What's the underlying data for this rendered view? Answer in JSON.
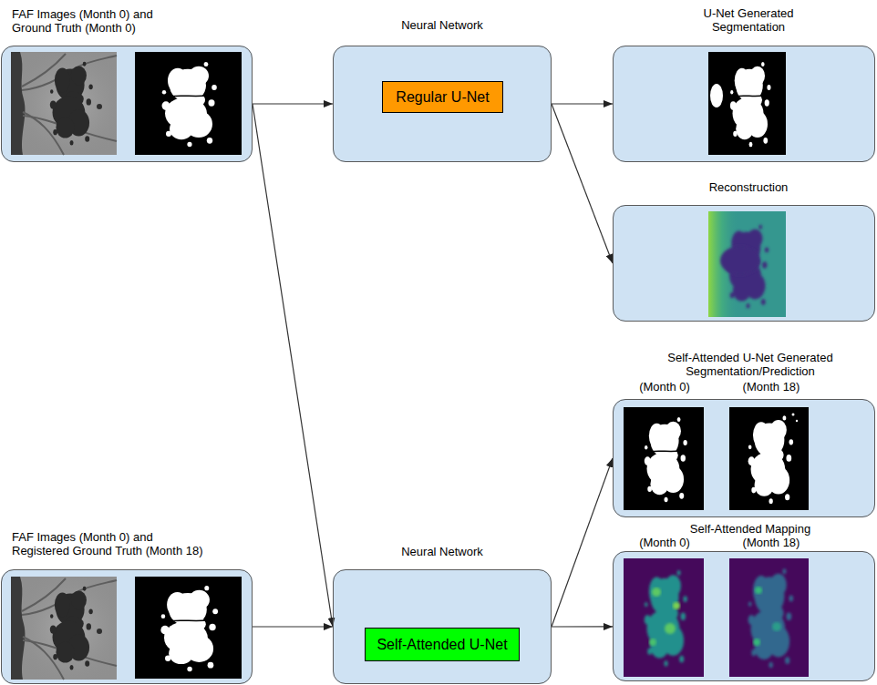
{
  "diagram": {
    "nodes": [
      {
        "text": [
          "FAF Images (Month 0) and Ground Truth (Month 0)"
        ]
      },
      {
        "text": [
          "Neural Network"
        ]
      },
      {
        "text": [
          "Regular U-Net"
        ],
        "in": 1
      },
      {
        "text": [
          "U-Net Generated Segmentation"
        ]
      },
      {
        "text": [
          "Reconstruction"
        ]
      },
      {
        "text": [
          "Self-Attended U-Net Generated Segmentation/Prediction",
          "(Month 0)",
          "(Month 18)"
        ]
      },
      {
        "text": [
          "Self-Attended Mapping",
          "(Month 0)",
          "(Month 18)"
        ]
      },
      {
        "text": [
          "FAF Images (Month 0) and Registered Ground Truth (Month 18)"
        ]
      },
      {
        "text": [
          "Neural Network"
        ]
      },
      {
        "text": [
          "Self-Attended U-Net"
        ],
        "in": 8
      }
    ],
    "edges": [
      {
        "from": 0,
        "to": 1,
        "arrow": "to"
      },
      {
        "from": 0,
        "to": 8,
        "arrow": "to"
      },
      {
        "from": 1,
        "to": 3,
        "arrow": "to"
      },
      {
        "from": 1,
        "to": 4,
        "arrow": "to"
      },
      {
        "from": 7,
        "to": 8,
        "arrow": "to"
      },
      {
        "from": 8,
        "to": 5,
        "arrow": "to"
      },
      {
        "from": 8,
        "to": 6,
        "arrow": "to"
      }
    ]
  }
}
